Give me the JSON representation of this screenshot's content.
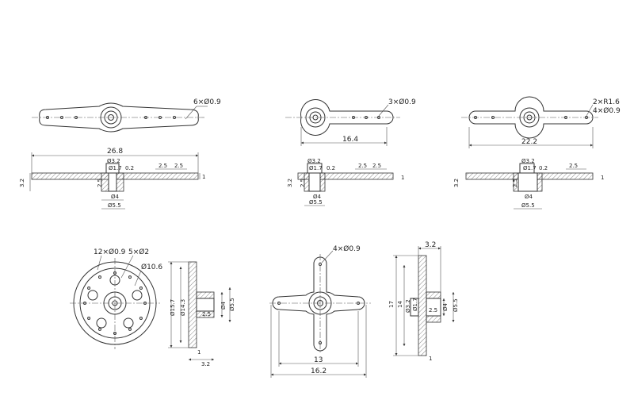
{
  "view1": {
    "callout": "6×Ø0.9",
    "length": "26.8",
    "d_top": "Ø3.2",
    "d_inner": "Ø1.7",
    "step": "0.2",
    "pitch_a": "2.5",
    "pitch_b": "2.5",
    "thick": "1",
    "height": "3.2",
    "hub_h": "2.5",
    "d_hub": "Ø4",
    "d_base": "Ø5.5"
  },
  "view2": {
    "callout": "3×Ø0.9",
    "length": "16.4",
    "d_top": "Ø3.2",
    "d_inner": "Ø1.7",
    "step": "0.2",
    "pitch_a": "2.5",
    "pitch_b": "2.5",
    "thick": "1",
    "height": "3.2",
    "hub_h": "2.5",
    "d_hub": "Ø4",
    "d_base": "Ø5.5"
  },
  "view3": {
    "callout_r": "2×R1.6",
    "callout_h": "4×Ø0.9",
    "length": "22.2",
    "d_top": "Ø3.2",
    "d_inner": "Ø1.7",
    "step": "0.2",
    "pitch": "2.5",
    "thick": "1",
    "height": "3.2",
    "hub_h": "2.5",
    "d_hub": "Ø4",
    "d_base": "Ø5.5"
  },
  "view4": {
    "callout_small": "12×Ø0.9",
    "callout_big": "5×Ø2",
    "d_pcd": "Ø10.6",
    "d_outer": "Ø15.7",
    "d_inner": "Ø14.3",
    "d_hub": "Ø4",
    "d_base": "Ø5.5",
    "hub_h": "2.5",
    "thick": "1",
    "height": "3.2"
  },
  "view5": {
    "callout": "4×Ø0.9",
    "span_inner": "13",
    "span_outer": "16.2"
  },
  "view6": {
    "height": "3.2",
    "h_outer": "17",
    "h_inner": "14",
    "d_top": "Ø3.2",
    "d_small": "Ø1.7",
    "d_hub": "Ø4",
    "d_base": "Ø5.5",
    "hub_h": "2.5",
    "thick": "1"
  }
}
